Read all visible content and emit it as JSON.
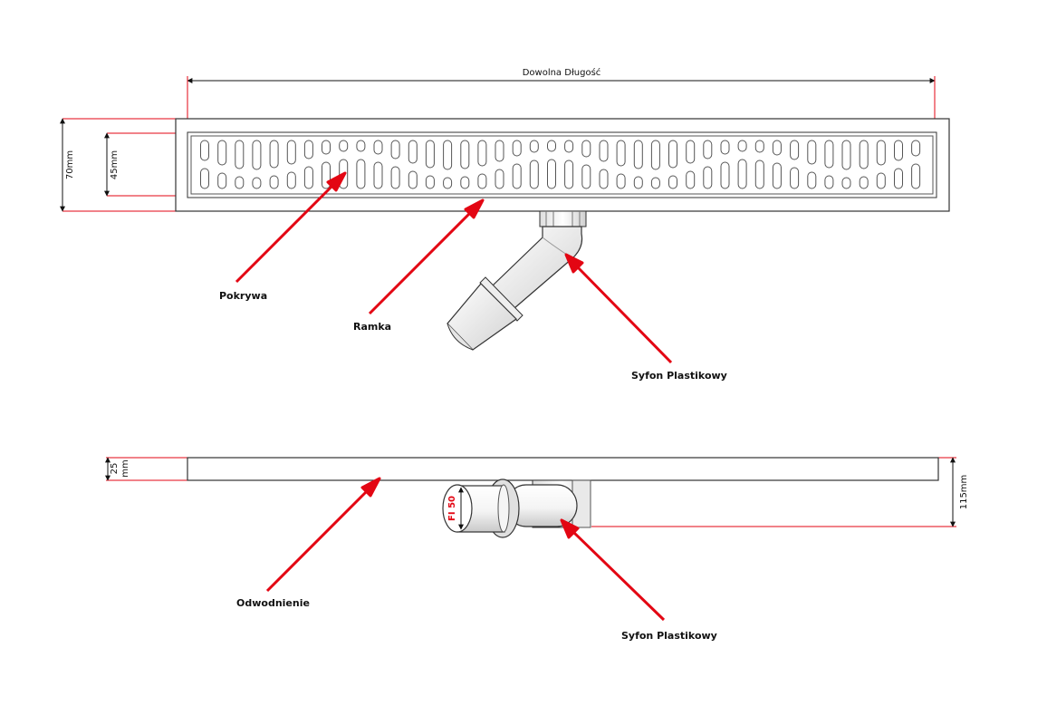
{
  "dimensions": {
    "length": "Dowolna Długość",
    "height_outer": "70mm",
    "height_inner": "45mm",
    "side_thickness_value": "25",
    "side_thickness_unit": "mm",
    "side_height": "115mm",
    "pipe_diameter": "FI 50"
  },
  "labels": {
    "cover": "Pokrywa",
    "frame": "Ramka",
    "siphon_top": "Syfon Plastikowy",
    "drainage": "Odwodnienie",
    "siphon_side": "Syfon Plastikowy"
  },
  "colors": {
    "arrow": "#e30613",
    "dimension_line": "#e30613",
    "outline": "#333333"
  }
}
